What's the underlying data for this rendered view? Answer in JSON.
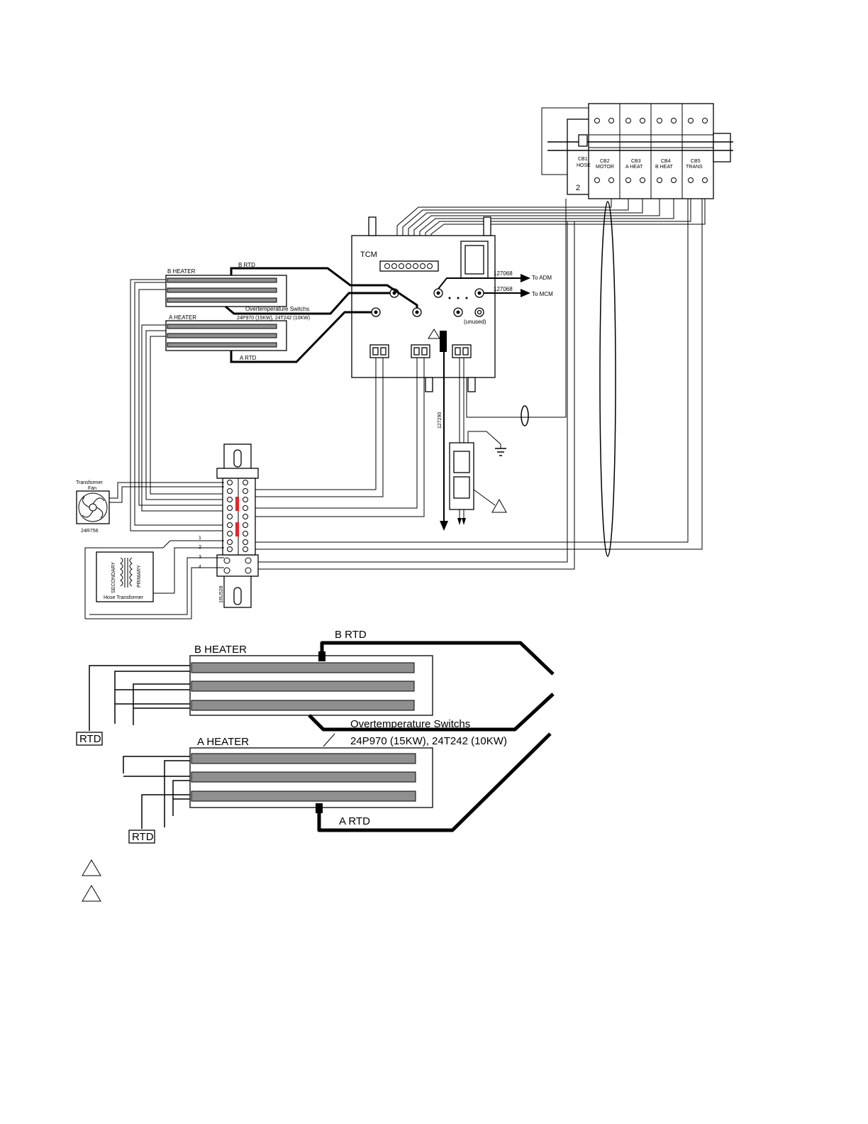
{
  "tcm": {
    "title": "TCM",
    "cable_adm_part": "127068",
    "cable_adm_dest": "To ADM",
    "cable_mcm_part": "127068",
    "cable_mcm_dest": "To MCM",
    "unused_label": "(unused)",
    "harness_part": "127290"
  },
  "breakers": [
    {
      "id": "CB1",
      "name": "HOSE"
    },
    {
      "id": "CB2",
      "name": "MOTOR"
    },
    {
      "id": "CB3",
      "name": "A HEAT"
    },
    {
      "id": "CB4",
      "name": "B HEAT"
    },
    {
      "id": "CB5",
      "name": "TRANS"
    }
  ],
  "breaker_row_number": "2",
  "upper_heaters": {
    "b_heater": "B HEATER",
    "b_rtd": "B RTD",
    "overtemp": "Overtemperature Switchs",
    "overtemp_parts": "24P970 (15KW), 24T242 (10KW)",
    "a_heater": "A HEATER",
    "a_rtd": "A RTD"
  },
  "fan": {
    "label_line1": "Transformer",
    "label_line2": "Fan",
    "part": "24R756"
  },
  "transformer": {
    "secondary": "SECONDARY",
    "primary": "PRIMARY",
    "name": "Hose Transformer"
  },
  "terminal_block": {
    "part": "16U528",
    "wire_numbers": [
      "1",
      "2",
      "3",
      "4"
    ]
  },
  "detail": {
    "b_rtd": "B RTD",
    "b_heater": "B HEATER",
    "overtemp": "Overtemperature Switchs",
    "overtemp_parts": "24P970 (15KW), 24T242 (10KW)",
    "a_heater": "A HEATER",
    "a_rtd": "A RTD",
    "rtd_box_top": "RTD",
    "rtd_box_bottom": "RTD"
  }
}
